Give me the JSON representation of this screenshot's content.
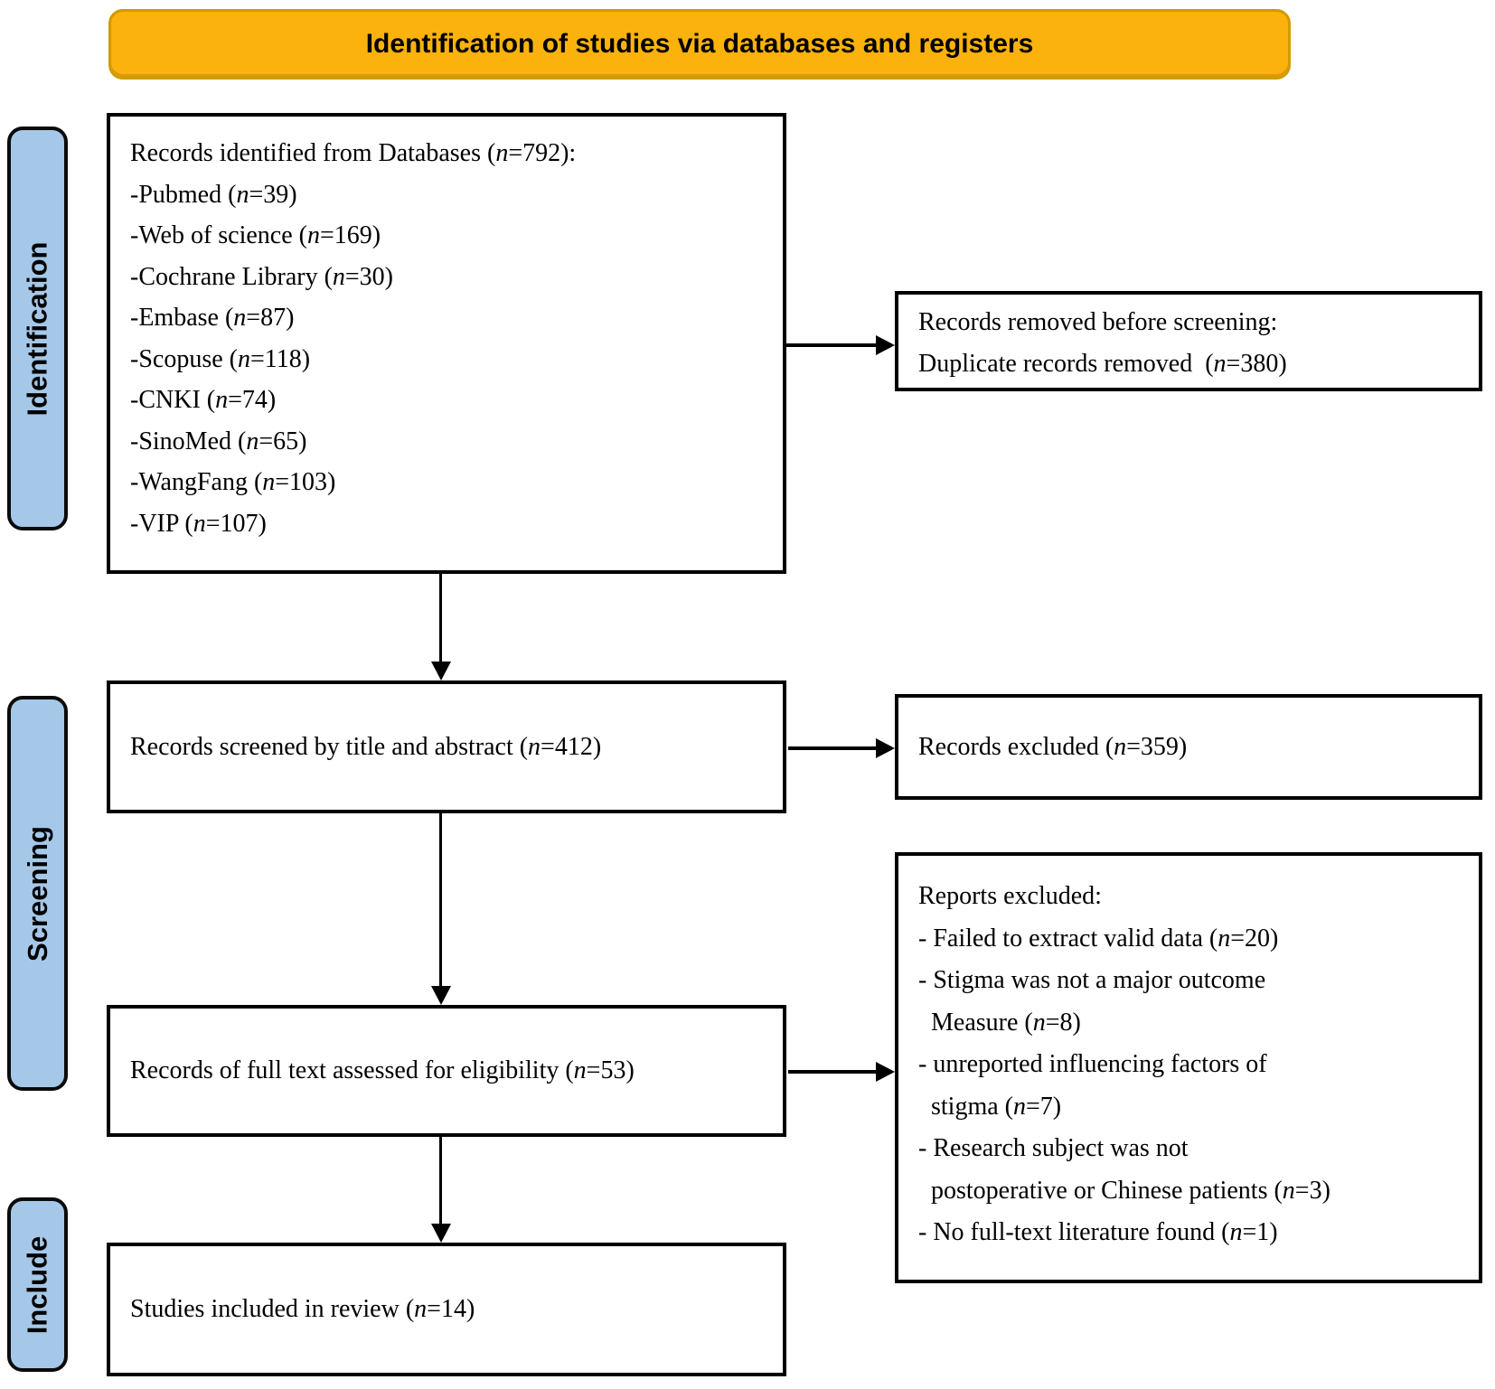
{
  "header": {
    "title": "Identification of studies via databases and registers"
  },
  "colors": {
    "header_bg": "#FBB20D",
    "header_border": "#D29A00",
    "stage_bg": "#A5C8E9",
    "line_color": "#000000"
  },
  "stages": {
    "identification": "Identification",
    "screening": "Screening",
    "include": "Include"
  },
  "boxes": {
    "identified": {
      "lines": [
        "Records identified from Databases (n=792):",
        "-Pubmed (n=39)",
        "-Web of science (n=169)",
        "-Cochrane Library (n=30)",
        "-Embase (n=87)",
        "-Scopuse (n=118)",
        "-CNKI (n=74)",
        "-SinoMed (n=65)",
        "-WangFang (n=103)",
        "-VIP (n=107)"
      ]
    },
    "removed": {
      "lines": [
        "Records removed before screening:",
        "Duplicate records removed  (n=380)"
      ]
    },
    "screened": {
      "text": "Records screened by title and abstract (n=412)"
    },
    "excluded": {
      "text": "Records excluded (n=359)"
    },
    "fulltext": {
      "text": "Records of full text assessed for eligibility (n=53)"
    },
    "reports_excluded": {
      "lines": [
        "Reports excluded:",
        "- Failed to extract valid data (n=20)",
        "- Stigma was not a major outcome",
        "  Measure (n=8)",
        "- unreported influencing factors of",
        "  stigma (n=7)",
        "- Research subject was not",
        "  postoperative or Chinese patients (n=3)",
        "- No full-text literature found (n=1)"
      ]
    },
    "included": {
      "text": "Studies included in review (n=14)"
    }
  }
}
